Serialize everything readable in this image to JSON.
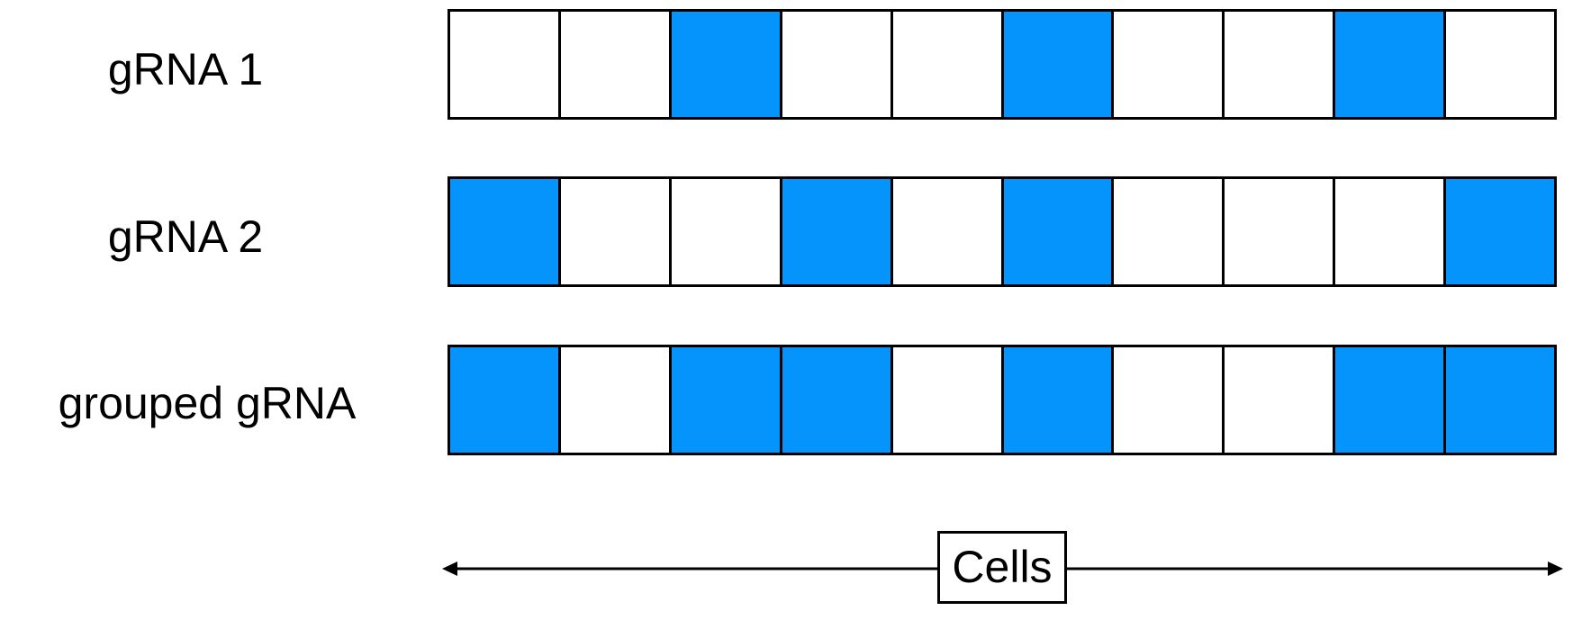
{
  "rows": [
    {
      "label": "gRNA 1",
      "cells": [
        0,
        0,
        1,
        0,
        0,
        1,
        0,
        0,
        1,
        0
      ]
    },
    {
      "label": "gRNA 2",
      "cells": [
        1,
        0,
        0,
        1,
        0,
        1,
        0,
        0,
        0,
        1
      ]
    },
    {
      "label": "grouped gRNA",
      "cells": [
        1,
        0,
        1,
        1,
        0,
        1,
        0,
        0,
        1,
        1
      ]
    }
  ],
  "axis": {
    "label": "Cells"
  },
  "colors": {
    "highlight": "#0494fc",
    "empty": "#ffffff",
    "stroke": "#000000"
  }
}
